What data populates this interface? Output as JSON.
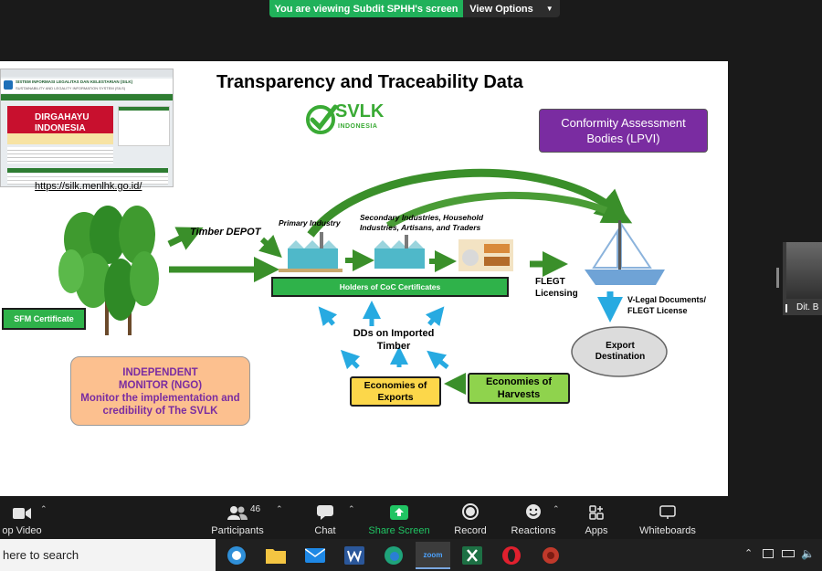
{
  "banner": {
    "text": "You are viewing Subdit SPHH's screen",
    "view_options": "View Options"
  },
  "slide": {
    "title": "Transparency and Traceability Data",
    "logo_text": "SVLK",
    "logo_sub": "INDONESIA",
    "url": "https://silk.menlhk.go.id/",
    "lpvi": "Conformity Assessment Bodies (LPVI)",
    "timber_depot": "Timber DEPOT",
    "primary_industry": "Primary Industry",
    "secondary_industries": "Secondary Industries, Household Industries, Artisans, and Traders",
    "coc_holders": "Holders of CoC Certificates",
    "flegt_licensing": "FLEGT Licensing",
    "v_legal": "V-Legal Documents/ FLEGT License",
    "export_destination": "Export Destination",
    "sfm_certificate": "SFM Certificate",
    "dds_imported": "DDs on Imported Timber",
    "economies_exports": "Economies of Exports",
    "economies_harvests": "Economies of Harvests",
    "monitor_title": "INDEPENDENT MONITOR (NGO)",
    "monitor_desc": "Monitor the implementation and credibility of The SVLK",
    "website": {
      "title": "SISTEM INFORMASI LEGALITAS DAN KELESTARIAN (SILK)",
      "subtitle": "SUSTAINABILITY AND LEGALITY INFORMATION SYSTEM (SILS)",
      "banner_line1": "DIRGAHAYU",
      "banner_line2": "INDONESIA"
    }
  },
  "participant": {
    "name": "Dit. B"
  },
  "toolbar": {
    "stop_video": "op Video",
    "participants": "Participants",
    "participants_count": "46",
    "chat": "Chat",
    "share_screen": "Share Screen",
    "record": "Record",
    "reactions": "Reactions",
    "apps": "Apps",
    "whiteboards": "Whiteboards"
  },
  "taskbar": {
    "search_placeholder": "here to search",
    "zoom_label": "zoom"
  },
  "colors": {
    "share_green": "#20b15a",
    "lpvi_purple": "#7a2ca1",
    "coc_green": "#2fb24a",
    "monitor_orange": "#fcc08f",
    "exports_yellow": "#fcd74a",
    "harvest_green": "#8fd34d"
  }
}
